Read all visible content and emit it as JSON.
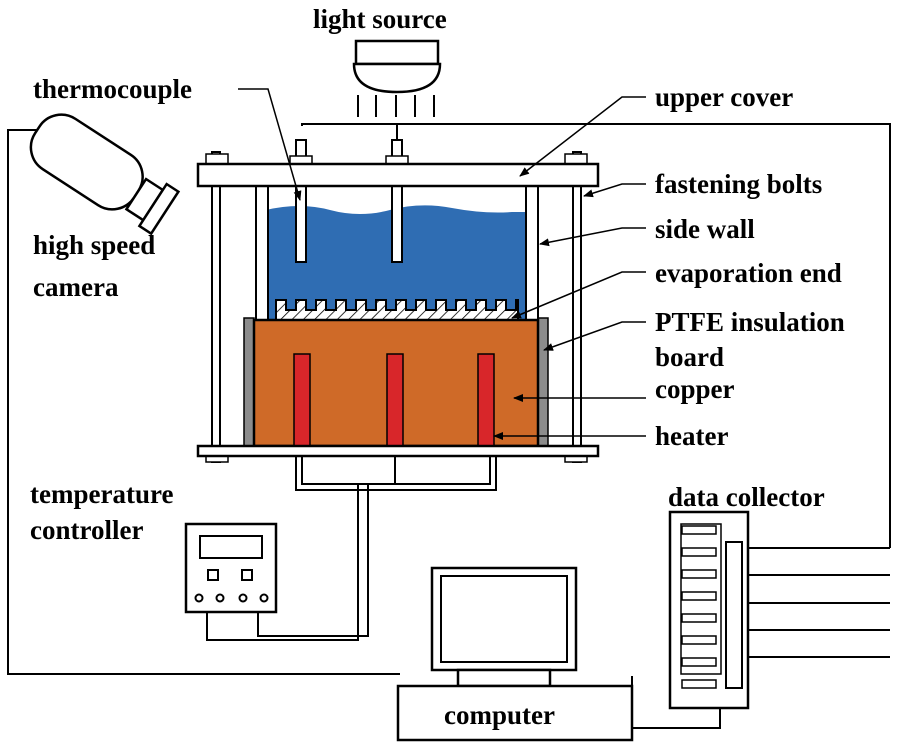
{
  "labels": {
    "light_source": "light source",
    "thermocouple": "thermocouple",
    "upper_cover": "upper cover",
    "fastening_bolts": "fastening bolts",
    "side_wall": "side wall",
    "evaporation_end": "evaporation end",
    "ptfe_line1": "PTFE insulation",
    "ptfe_line2": "board",
    "copper": "copper",
    "heater": "heater",
    "camera_line1": "high speed",
    "camera_line2": "camera",
    "temp_line1": "temperature",
    "temp_line2": "controller",
    "data_collector": "data collector",
    "computer": "computer"
  },
  "colors": {
    "water": "#2f6db3",
    "copper": "#cf6a28",
    "heater": "#d8262a",
    "ptfe": "#8c8c8c",
    "line": "#000000",
    "background": "#ffffff"
  },
  "icons": [
    "camera-icon",
    "light-source-icon",
    "monitor-icon",
    "controller-icon",
    "data-collector-icon"
  ]
}
